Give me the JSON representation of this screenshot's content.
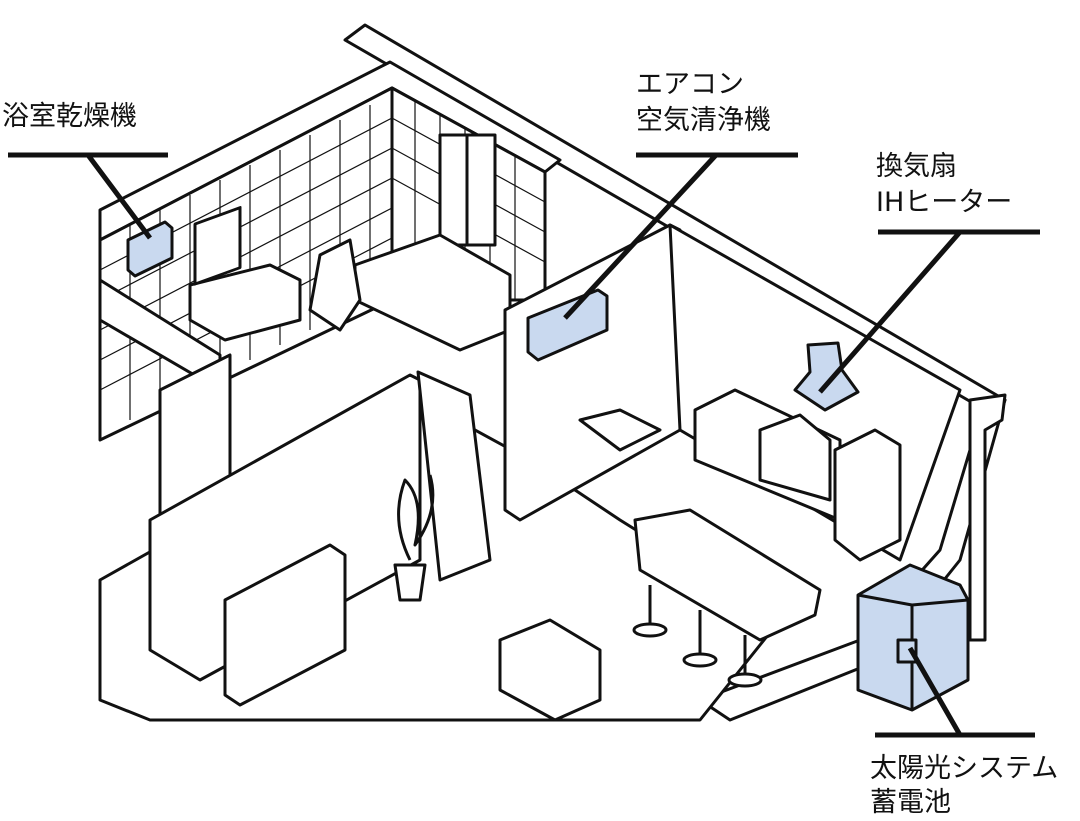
{
  "labels": {
    "bathroom_dryer": "浴室乾燥機",
    "air_conditioner": "エアコン",
    "air_purifier": "空気清浄機",
    "ventilation_fan": "換気扇",
    "ih_heater": "IHヒーター",
    "solar_system": "太陽光システム",
    "storage_battery": "蓄電池"
  },
  "colors": {
    "highlight": "#c9d9ef",
    "line": "#111111",
    "background": "#ffffff"
  }
}
